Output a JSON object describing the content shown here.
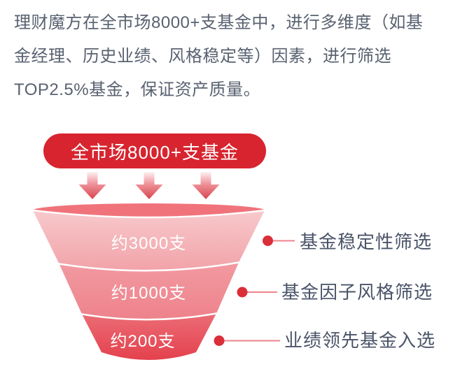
{
  "intro": {
    "full_text": "理财魔方在全市场8000+支基金中，进行多维度（如基金经理、历史业绩、风格稳定等）因素，进行筛选TOP2.5%基金，保证资产质量。",
    "lines": [
      "理财魔方在全市场8000+支基金中，进行多维度（如基",
      "金经理、历史业绩、风格稳定等）因素，进行筛选",
      "TOP2.5%基金，保证资产质量。"
    ]
  },
  "funnel": {
    "source_label": "全市场8000+支基金",
    "stages": [
      {
        "count": "约3000支",
        "criteria": "基金稳定性筛选"
      },
      {
        "count": "约1000支",
        "criteria": "基金因子风格筛选"
      },
      {
        "count": "约200支",
        "criteria": "业绩领先基金入选"
      }
    ]
  },
  "icons": {
    "down_arrow": "gradient down-arrow, repeated 3 times between banner and funnel",
    "connector": "red dot with horizontal line pointing to each criteria label"
  },
  "colors": {
    "banner_red": "#d8242f",
    "arrow_gradient_top": "#fdf1f2",
    "arrow_gradient_bottom": "#d7454f",
    "funnel_rim": "#f0737b",
    "stage1_top": "#f8c9cc",
    "stage1_bottom": "#f1a3a9",
    "stage2_top": "#f29aa1",
    "stage2_bottom": "#ee828b",
    "stage3_top": "#eb6d76",
    "stage3_bottom": "#e4414d",
    "separator_white": "#ffffff",
    "connector_dot": "#da2e39",
    "connector_line": "#ee838c",
    "intro_text": "#596270",
    "criteria_text": "#4a5468",
    "count_text": "#ffffff"
  }
}
